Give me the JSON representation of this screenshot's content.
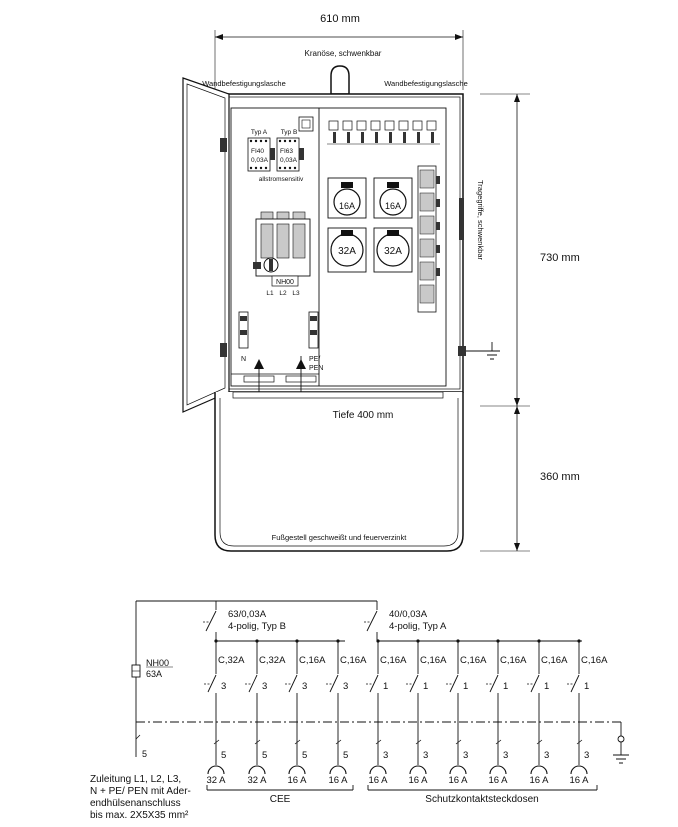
{
  "cabinet": {
    "width_label": "610 mm",
    "height_label": "730 mm",
    "base_height_label": "360 mm",
    "depth_label": "Tiefe 400 mm",
    "crane_eye_label": "Kranöse, schwenkbar",
    "wall_bracket_left": "Wandbefestigungslasche",
    "wall_bracket_right": "Wandbefestigungslasche",
    "handle_label": "Tragegriffe, schwenkbar",
    "base_label": "Fußgestell geschweißt und feuerverzinkt",
    "rcd_a": {
      "type": "Typ A",
      "rating": "FI40",
      "current": "0,03A"
    },
    "rcd_b": {
      "type": "Typ B",
      "rating": "FI63",
      "current": "0,03A"
    },
    "rcd_note": "allstromsensitiv",
    "fuse_switch": {
      "label": "NH00",
      "phases": [
        "L1",
        "L2",
        "L3"
      ]
    },
    "terminal_n": "N",
    "terminal_pe": [
      "PE/",
      "PEN"
    ],
    "sockets": [
      "16A",
      "16A",
      "32A",
      "32A"
    ]
  },
  "schematic": {
    "main_fuse": {
      "label": "NH00",
      "rating": "63A"
    },
    "rcd_left": {
      "rating": "63/0,03A",
      "desc": "4-polig, Typ B"
    },
    "rcd_right": {
      "rating": "40/0,03A",
      "desc": "4-polig, Typ A"
    },
    "breakers": [
      "C,32A",
      "C,32A",
      "C,16A",
      "C,16A",
      "C,16A",
      "C,16A",
      "C,16A",
      "C,16A",
      "C,16A",
      "C,16A"
    ],
    "poles": [
      "3",
      "3",
      "3",
      "3",
      "1",
      "1",
      "1",
      "1",
      "1",
      "1"
    ],
    "wires": [
      "5",
      "5",
      "5",
      "5",
      "3",
      "3",
      "3",
      "3",
      "3",
      "3"
    ],
    "outlets": [
      "32 A",
      "32 A",
      "16 A",
      "16 A",
      "16 A",
      "16 A",
      "16 A",
      "16 A",
      "16 A",
      "16 A"
    ],
    "supply_wire": "5",
    "supply_note": [
      "Zuleitung L1, L2, L3,",
      "N + PE/ PEN mit Ader-",
      "endhülsenanschluss",
      "bis max. 2X5X35 mm²"
    ],
    "group_cee": "CEE",
    "group_schuko": "Schutzkontaktsteckdosen"
  }
}
